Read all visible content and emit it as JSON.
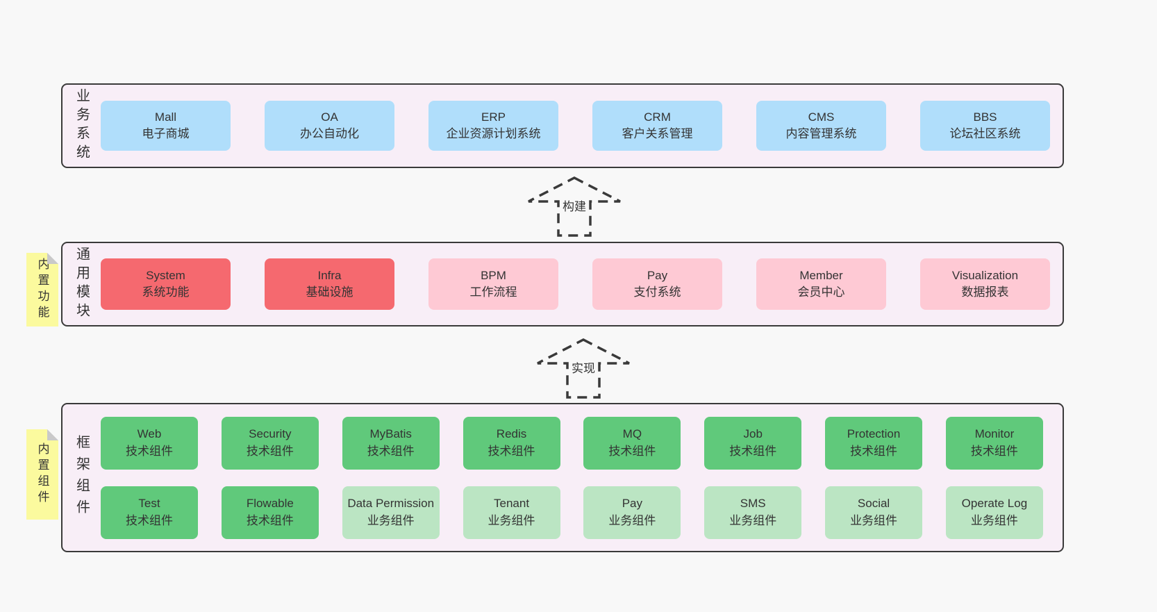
{
  "diagram": {
    "colors": {
      "page_bg": "#f8f8f8",
      "band_bg": "#f8eef7",
      "band_border": "#3a3a3a",
      "blue_box": "#b0defb",
      "red_box": "#f5696f",
      "pink_box": "#fec9d4",
      "green_box": "#60c97b",
      "green_light_box": "#bbe5c3",
      "sticky_yellow": "#fbfa9e",
      "sticky_fold": "#c9c9c9",
      "text": "#333333"
    },
    "arrows": [
      {
        "label": "构建"
      },
      {
        "label": "实现"
      }
    ],
    "bands": [
      {
        "label": "业务系统",
        "boxes": [
          {
            "title": "Mall",
            "subtitle": "电子商城",
            "variant": "blue"
          },
          {
            "title": "OA",
            "subtitle": "办公自动化",
            "variant": "blue"
          },
          {
            "title": "ERP",
            "subtitle": "企业资源计划系统",
            "variant": "blue"
          },
          {
            "title": "CRM",
            "subtitle": "客户关系管理",
            "variant": "blue"
          },
          {
            "title": "CMS",
            "subtitle": "内容管理系统",
            "variant": "blue"
          },
          {
            "title": "BBS",
            "subtitle": "论坛社区系统",
            "variant": "blue"
          }
        ]
      },
      {
        "label": "通用模块",
        "sticky": "内置功能",
        "boxes": [
          {
            "title": "System",
            "subtitle": "系统功能",
            "variant": "red"
          },
          {
            "title": "Infra",
            "subtitle": "基础设施",
            "variant": "red"
          },
          {
            "title": "BPM",
            "subtitle": "工作流程",
            "variant": "pink"
          },
          {
            "title": "Pay",
            "subtitle": "支付系统",
            "variant": "pink"
          },
          {
            "title": "Member",
            "subtitle": "会员中心",
            "variant": "pink"
          },
          {
            "title": "Visualization",
            "subtitle": "数据报表",
            "variant": "pink"
          }
        ]
      },
      {
        "label": "框架组件",
        "sticky": "内置组件",
        "rows": [
          [
            {
              "title": "Web",
              "subtitle": "技术组件",
              "variant": "green"
            },
            {
              "title": "Security",
              "subtitle": "技术组件",
              "variant": "green"
            },
            {
              "title": "MyBatis",
              "subtitle": "技术组件",
              "variant": "green"
            },
            {
              "title": "Redis",
              "subtitle": "技术组件",
              "variant": "green"
            },
            {
              "title": "MQ",
              "subtitle": "技术组件",
              "variant": "green"
            },
            {
              "title": "Job",
              "subtitle": "技术组件",
              "variant": "green"
            },
            {
              "title": "Protection",
              "subtitle": "技术组件",
              "variant": "green"
            },
            {
              "title": "Monitor",
              "subtitle": "技术组件",
              "variant": "green"
            }
          ],
          [
            {
              "title": "Test",
              "subtitle": "技术组件",
              "variant": "green"
            },
            {
              "title": "Flowable",
              "subtitle": "技术组件",
              "variant": "green"
            },
            {
              "title": "Data Permission",
              "subtitle": "业务组件",
              "variant": "green-light"
            },
            {
              "title": "Tenant",
              "subtitle": "业务组件",
              "variant": "green-light"
            },
            {
              "title": "Pay",
              "subtitle": "业务组件",
              "variant": "green-light"
            },
            {
              "title": "SMS",
              "subtitle": "业务组件",
              "variant": "green-light"
            },
            {
              "title": "Social",
              "subtitle": "业务组件",
              "variant": "green-light"
            },
            {
              "title": "Operate Log",
              "subtitle": "业务组件",
              "variant": "green-light"
            }
          ]
        ]
      }
    ]
  }
}
